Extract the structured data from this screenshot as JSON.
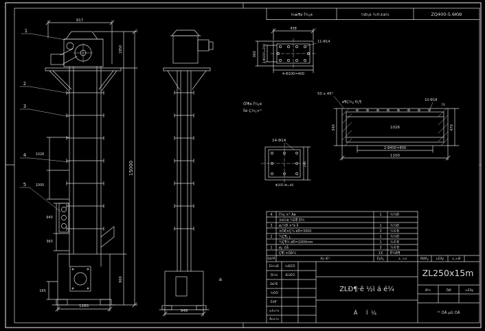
{
  "colors": {
    "background": "#000000",
    "line": "#d9d9d9"
  },
  "header": {
    "process_note": "½æ¶é Ï¼¡é",
    "drive_label": "¼Ð¡è ¼©±ä¾",
    "motor_model": "ZQ400-5.6KW"
  },
  "front_view": {
    "dim_width_top": "917",
    "balloons": [
      "1",
      "2",
      "3",
      "4",
      "5"
    ],
    "dim_1026": "1026",
    "dim_1000": "1000",
    "dim_940": "940",
    "dim_360": "360",
    "dim_165": "165",
    "dim_1950": "1950",
    "dim_900": "900",
    "dim_total_height": "15000",
    "dim_base_width": "1280"
  },
  "side_view": {
    "dim_base_width": "948"
  },
  "detail_flange": {
    "dim_width": "438",
    "dim_height": "360",
    "dim_holes_v": "2-Φ100=200",
    "dim_holes_h": "4-Φ100=400",
    "holes_label": "11-Φ14"
  },
  "notes": {
    "note_line1": "ÖÏ¶é Ï¼¡é",
    "note_line2": "Ïìê Ç½¡×°",
    "chamfer": "50 x 45°",
    "casing_label": "ø¶Ç½¿ Ð¡¶"
  },
  "detail_casing": {
    "holes_label": "10-Φ18",
    "dim_length": "1026",
    "dim_holes": "2-Φ400=800",
    "dim_overall": "1100",
    "dim_height": "470",
    "dim_wall": "70",
    "dim_end": "340"
  },
  "detail_plate": {
    "holes_label": "14-Φ14",
    "dim_bottom": "Φ205.Φ=40",
    "dim_side": "240"
  },
  "parts_table": {
    "rows": [
      {
        "no": "4",
        "name": "Í¼ç ×° Áø",
        "qty": "1",
        "note": "¾¼Ð"
      },
      {
        "no": "",
        "name": "±ä½ê ¼ÕÊ Ð¼",
        "qty": "",
        "note": ""
      },
      {
        "no": "3",
        "name": "ø¡¼Ð ×°é Ìì",
        "qty": "1",
        "note": "¾¼Ð"
      },
      {
        "no": "",
        "name": "±ÒÉ×Ç¼ éÐ=3000",
        "qty": "3",
        "note": "¼©Ð"
      },
      {
        "no": "2",
        "name": "¼Ç¶¡ ¿",
        "qty": "1",
        "note": "¾¼Ð"
      },
      {
        "no": "",
        "name": "¼Ç¶¼ éÐ=1000mm",
        "qty": "1",
        "note": "¾©Ð"
      },
      {
        "no": "1",
        "name": "ø¿ ±å",
        "qty": "3",
        "note": "¼©Ð"
      },
      {
        "no": "",
        "name": "Ç¶Ì ×ÒÁ¼",
        "qty": "1X",
        "note": "Ê¼Ð¶"
      }
    ],
    "header": {
      "no": "ÐòºÅ",
      "name": "Ãû Æ³",
      "qty": "ÊýÁ¿",
      "note": "±¸×¢",
      "w1": "ÖØÁ¿",
      "w2": "±ÈÀý",
      "w3": "±,×Ø"
    }
  },
  "title_block": {
    "sig_rows": [
      "Éè¼Æ",
      "Öì¼ì",
      "Ð£ºË",
      "¹¤ÒÕ",
      "Éó¶¨",
      "±ê×¼",
      "Åú×¼"
    ],
    "sig_col2": [
      "¼ÆÈÕ",
      "ÆÚÈÕ"
    ],
    "title": "ZLÐ¶·ê ½ì á é¼",
    "subtitle": "Á Í¼",
    "model": "ZL250x15m",
    "cell_a": "Ø¼",
    "cell_b": "ÖØ",
    "cell_c": "±ÈÀý",
    "sheet": "¹² ÕÅ µÚ ÕÅ"
  },
  "misc": {
    "mark": "±"
  }
}
